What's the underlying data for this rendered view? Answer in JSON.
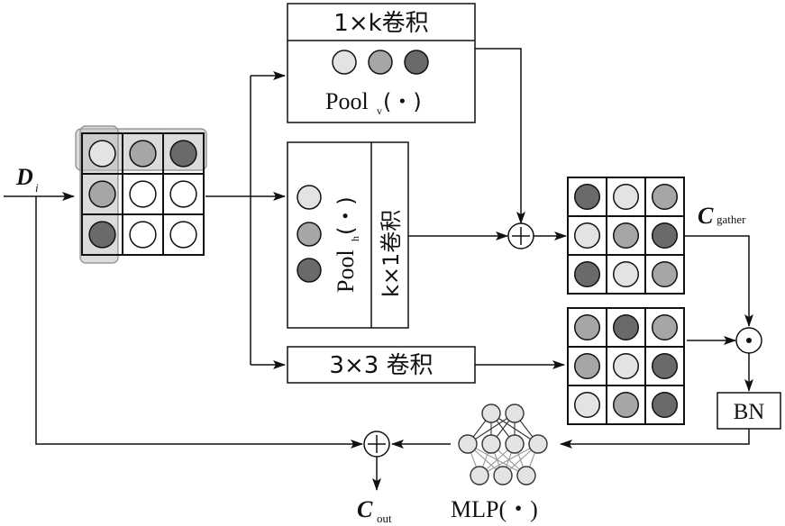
{
  "input": {
    "name": "D",
    "sub": "i"
  },
  "branch_top": {
    "title": "1×k卷积",
    "pool": "Pool",
    "pool_sub": "v",
    "pool_arg": "(・)"
  },
  "branch_mid": {
    "pool": "Pool",
    "pool_sub": "h",
    "pool_arg": "(・)",
    "conv": "k×1卷积"
  },
  "branch_bottom": {
    "conv": "3×3 卷积"
  },
  "gather": {
    "name": "C",
    "sub": "gather"
  },
  "bn_label": "BN",
  "mlp_label": "MLP(・)",
  "output": {
    "name": "C",
    "sub": "out"
  },
  "colors": {
    "light": "#e3e3e3",
    "mid": "#a6a6a6",
    "dark": "#6a6a6a",
    "white": "#ffffff",
    "line": "#111111"
  }
}
